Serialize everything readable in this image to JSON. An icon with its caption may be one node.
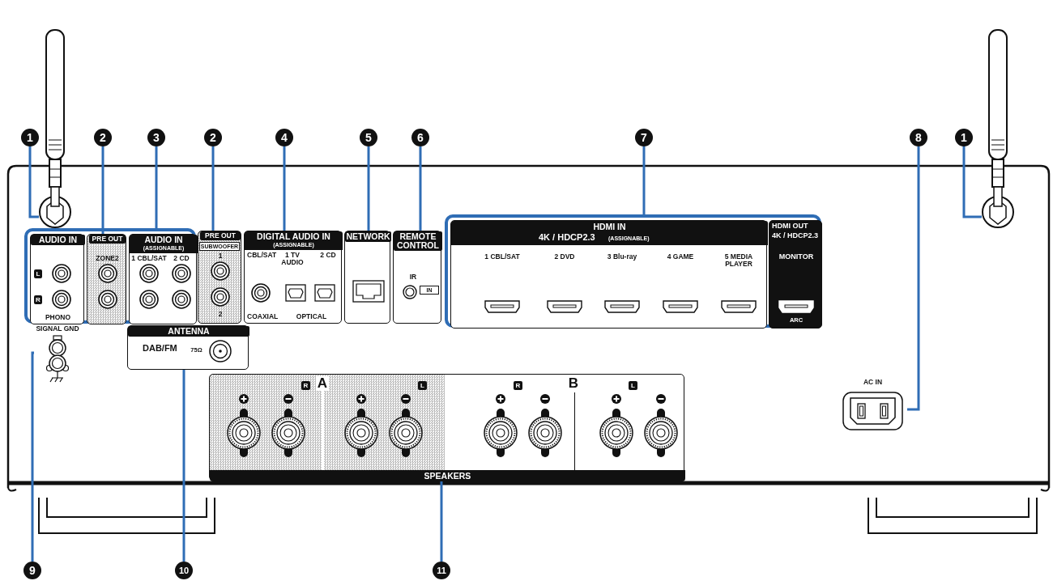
{
  "diagram": {
    "nodes": [
      {
        "text": [
          "1"
        ]
      },
      {
        "text": [
          "2"
        ]
      },
      {
        "text": [
          "3"
        ]
      },
      {
        "text": [
          "2"
        ]
      },
      {
        "text": [
          "4"
        ]
      },
      {
        "text": [
          "5"
        ]
      },
      {
        "text": [
          "6"
        ]
      },
      {
        "text": [
          "7"
        ]
      },
      {
        "text": [
          "8"
        ]
      },
      {
        "text": [
          "1"
        ]
      },
      {
        "text": [],
        "shape": "antenna"
      },
      {
        "text": [],
        "shape": "antenna"
      },
      {
        "text": [],
        "shape": "box"
      },
      {
        "text": [
          "AUDIO IN",
          "L",
          "R",
          "PHONO"
        ],
        "in": 12
      },
      {
        "text": [
          "PRE OUT",
          "ZONE2"
        ],
        "in": 12
      },
      {
        "text": [
          "AUDIO IN",
          "(ASSIGNABLE)",
          "1 CBL/SAT",
          "2 CD"
        ],
        "in": 12
      },
      {
        "text": [
          "PRE OUT",
          "SUBWOOFER",
          "1",
          "2"
        ]
      },
      {
        "text": [
          "DIGITAL AUDIO IN",
          "(ASSIGNABLE)",
          "CBL/SAT",
          "1 TV AUDIO",
          "2 CD",
          "COAXIAL",
          "OPTICAL"
        ]
      },
      {
        "text": [
          "NETWORK"
        ]
      },
      {
        "text": [
          "REMOTE CONTROL",
          "IR",
          "IN"
        ]
      },
      {
        "text": [],
        "shape": "box"
      },
      {
        "text": [
          "HDMI IN",
          "4K / HDCP2.3",
          "(ASSIGNABLE)",
          "1 CBL/SAT",
          "2 DVD",
          "3 Blu-ray",
          "4 GAME",
          "5 MEDIA PLAYER"
        ],
        "in": 20
      },
      {
        "text": [
          "HDMI OUT",
          "4K / HDCP2.3",
          "MONITOR",
          "ARC"
        ],
        "in": 20
      },
      {
        "text": [
          "SIGNAL GND"
        ]
      },
      {
        "text": [
          "ANTENNA",
          "DAB/FM",
          "75Ω"
        ]
      },
      {
        "text": [
          "AC IN"
        ]
      },
      {
        "text": [
          "R",
          "A",
          "L",
          "R",
          "B",
          "L",
          "SPEAKERS"
        ]
      },
      {
        "text": [
          "9"
        ]
      },
      {
        "text": [
          "10"
        ]
      },
      {
        "text": [
          "11"
        ]
      }
    ],
    "edges": [
      {
        "from": 0,
        "to": 10,
        "arrow": "none"
      },
      {
        "from": 1,
        "to": 14,
        "arrow": "none"
      },
      {
        "from": 2,
        "to": 12,
        "arrow": "none"
      },
      {
        "from": 3,
        "to": 16,
        "arrow": "none"
      },
      {
        "from": 4,
        "to": 17,
        "arrow": "none"
      },
      {
        "from": 5,
        "to": 18,
        "arrow": "none"
      },
      {
        "from": 6,
        "to": 19,
        "arrow": "none"
      },
      {
        "from": 7,
        "to": 20,
        "arrow": "none"
      },
      {
        "from": 8,
        "to": 25,
        "arrow": "none"
      },
      {
        "from": 9,
        "to": 11,
        "arrow": "none"
      },
      {
        "from": 27,
        "to": 23,
        "arrow": "none"
      },
      {
        "from": 28,
        "to": 24,
        "arrow": "none"
      },
      {
        "from": 29,
        "to": 26,
        "arrow": "none"
      }
    ]
  }
}
